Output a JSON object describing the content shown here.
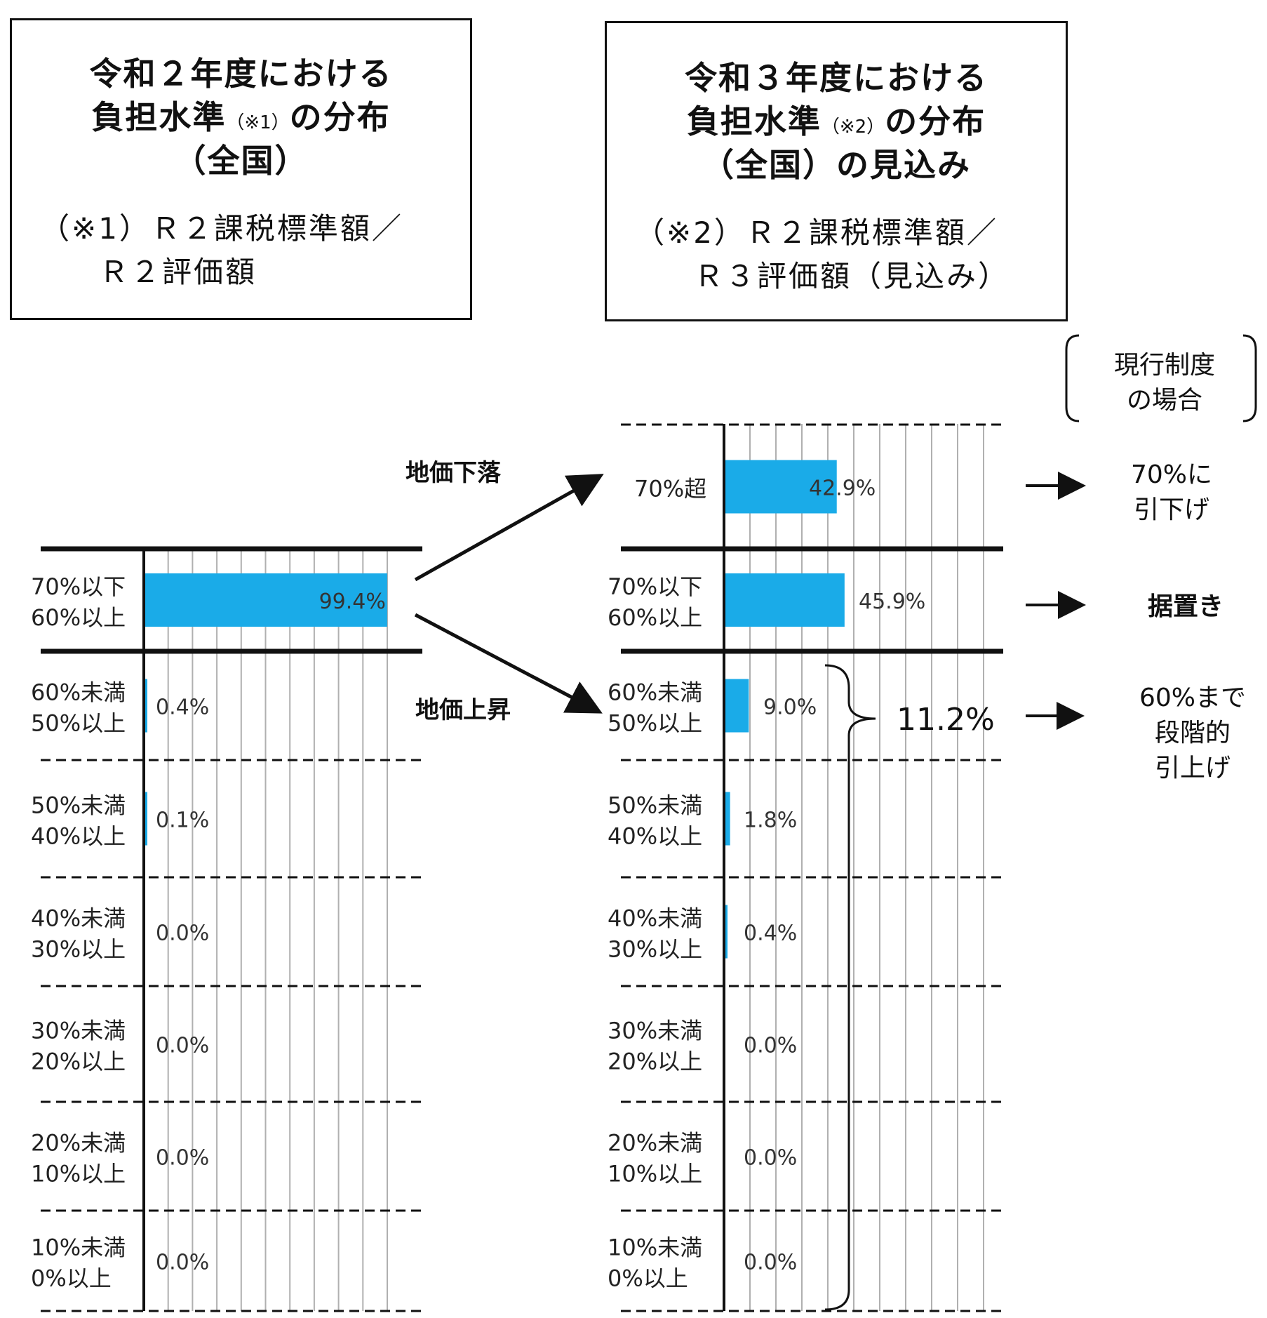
{
  "left_box": {
    "title_line1": "令和２年度における",
    "title_line2a": "負担水準",
    "title_ref": "（※1）",
    "title_line2b": "の分布",
    "title_line3": "（全国）",
    "note_line1": "（※1）Ｒ２課税標準額／",
    "note_line2": "Ｒ２評価額"
  },
  "right_box": {
    "title_line1": "令和３年度における",
    "title_line2a": "負担水準",
    "title_ref": "（※2）",
    "title_line2b": "の分布",
    "title_line3": "（全国）の見込み",
    "note_line1": "（※2）Ｒ２課税標準額／",
    "note_line2": "Ｒ３評価額（見込み）"
  },
  "bracket_note": {
    "line1": "現行制度",
    "line2": "の場合"
  },
  "arrow_labels": {
    "down": "地価下落",
    "up": "地価上昇"
  },
  "brace_total": "11.2%",
  "outcomes": [
    {
      "line1": "70%に",
      "line2": "引下げ",
      "line3": ""
    },
    {
      "line1": "据置き",
      "line2": "",
      "line3": ""
    },
    {
      "line1": "60%まで",
      "line2": "段階的",
      "line3": "引上げ"
    }
  ],
  "colors": {
    "bar": "#1aabe8",
    "grid": "#b0b0b0",
    "line": "#111111"
  },
  "chart_data": [
    {
      "type": "bar",
      "orientation": "horizontal",
      "rows": [
        {
          "label1": "70%以下",
          "label2": "60%以上",
          "value": 99.4,
          "value_label": "99.4%"
        },
        {
          "label1": "60%未満",
          "label2": "50%以上",
          "value": 0.4,
          "value_label": "0.4%"
        },
        {
          "label1": "50%未満",
          "label2": "40%以上",
          "value": 0.1,
          "value_label": "0.1%"
        },
        {
          "label1": "40%未満",
          "label2": "30%以上",
          "value": 0.0,
          "value_label": "0.0%"
        },
        {
          "label1": "30%未満",
          "label2": "20%以上",
          "value": 0.0,
          "value_label": "0.0%"
        },
        {
          "label1": "20%未満",
          "label2": "10%以上",
          "value": 0.0,
          "value_label": "0.0%"
        },
        {
          "label1": "10%未満",
          "label2": "0%以上",
          "value": 0.0,
          "value_label": "0.0%"
        }
      ],
      "xlim": [
        0,
        100
      ],
      "grid": true
    },
    {
      "type": "bar",
      "orientation": "horizontal",
      "rows": [
        {
          "label1": "70%超",
          "label2": "",
          "value": 42.9,
          "value_label": "42.9%"
        },
        {
          "label1": "70%以下",
          "label2": "60%以上",
          "value": 45.9,
          "value_label": "45.9%"
        },
        {
          "label1": "60%未満",
          "label2": "50%以上",
          "value": 9.0,
          "value_label": "9.0%"
        },
        {
          "label1": "50%未満",
          "label2": "40%以上",
          "value": 1.8,
          "value_label": "1.8%"
        },
        {
          "label1": "40%未満",
          "label2": "30%以上",
          "value": 0.4,
          "value_label": "0.4%"
        },
        {
          "label1": "30%未満",
          "label2": "20%以上",
          "value": 0.0,
          "value_label": "0.0%"
        },
        {
          "label1": "20%未満",
          "label2": "10%以上",
          "value": 0.0,
          "value_label": "0.0%"
        },
        {
          "label1": "10%未満",
          "label2": "0%以上",
          "value": 0.0,
          "value_label": "0.0%"
        }
      ],
      "xlim": [
        0,
        100
      ],
      "grid": true
    }
  ]
}
